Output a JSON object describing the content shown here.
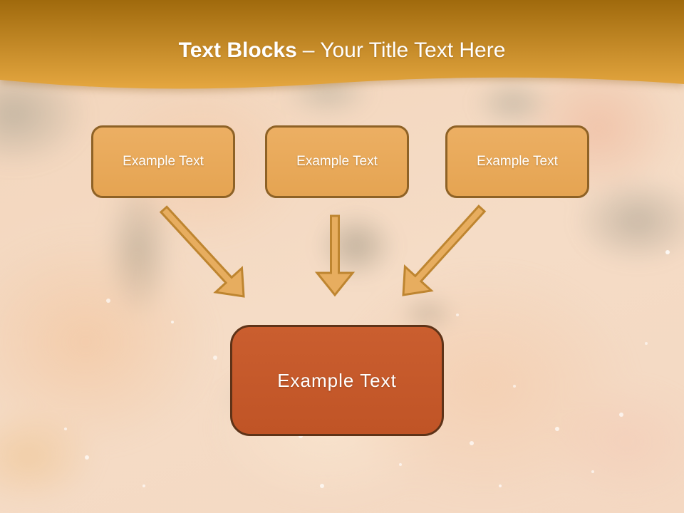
{
  "slide": {
    "title": {
      "bold": "Text Blocks",
      "rest": "– Your Title Text Here"
    },
    "source_boxes": [
      {
        "label": "Example Text"
      },
      {
        "label": "Example Text"
      },
      {
        "label": "Example Text"
      }
    ],
    "result_box": {
      "label": "Example Text"
    },
    "colors": {
      "header_gradient_top": "#A06A0D",
      "header_gradient_bottom": "#E5A740",
      "title_text": "#FFFFFF",
      "source_box_fill": "#E8A95B",
      "source_box_border": "#8E6226",
      "result_box_fill": "#C5582B",
      "result_box_border": "#5E3318",
      "arrow_fill": "#E7AD5F",
      "arrow_stroke": "#BE8530"
    }
  }
}
